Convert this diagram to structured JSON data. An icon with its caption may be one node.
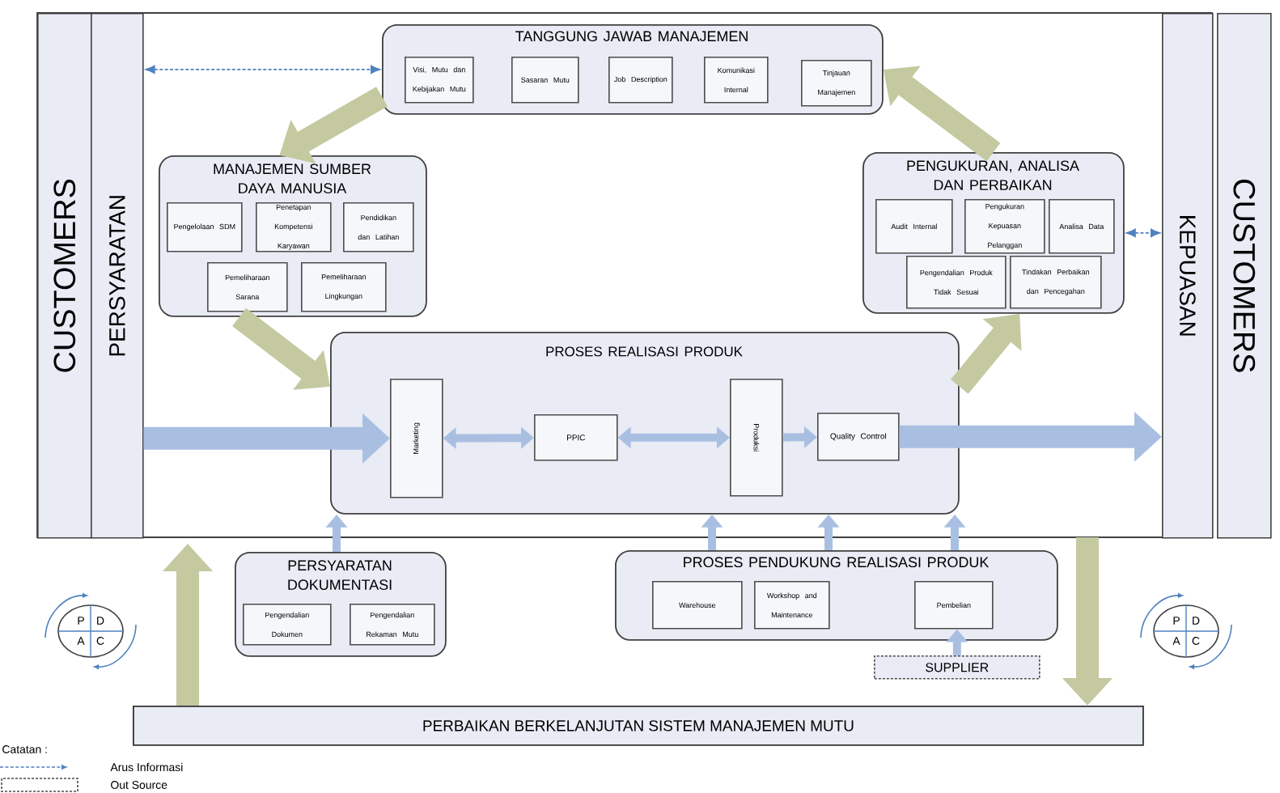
{
  "diagram": {
    "nodes": [
      {
        "text": [
          "CUSTOMERS"
        ]
      },
      {
        "text": [
          "PERSYARATAN"
        ]
      },
      {
        "text": [
          "TANGGUNG JAWAB MANAJEMEN"
        ]
      },
      {
        "text": [
          "Visi, Mutu dan Kebijakan Mutu"
        ],
        "in": 2
      },
      {
        "text": [
          "Sasaran Mutu"
        ],
        "in": 2
      },
      {
        "text": [
          "Job Description"
        ],
        "in": 2
      },
      {
        "text": [
          "Komunikasi Internal"
        ],
        "in": 2
      },
      {
        "text": [
          "Tinjauan Manajemen"
        ],
        "in": 2
      },
      {
        "text": [
          "MANAJEMEN SUMBER DAYA MANUSIA"
        ]
      },
      {
        "text": [
          "Pengelolaan SDM"
        ],
        "in": 8
      },
      {
        "text": [
          "Penetapan Kompetensi Karyawan"
        ],
        "in": 8
      },
      {
        "text": [
          "Pendidikan dan Latihan"
        ],
        "in": 8
      },
      {
        "text": [
          "Pemeliharaan Sarana"
        ],
        "in": 8
      },
      {
        "text": [
          "Pemeliharaan Lingkungan"
        ],
        "in": 8
      },
      {
        "text": [
          "PENGUKURAN, ANALISA DAN PERBAIKAN"
        ]
      },
      {
        "text": [
          "Audit Internal"
        ],
        "in": 14
      },
      {
        "text": [
          "Pengukuran Kepuasan Pelanggan"
        ],
        "in": 14
      },
      {
        "text": [
          "Analisa Data"
        ],
        "in": 14
      },
      {
        "text": [
          "Pengendalian Produk Tidak Sesuai"
        ],
        "in": 14
      },
      {
        "text": [
          "Tindakan Perbaikan dan Pencegahan"
        ],
        "in": 14
      },
      {
        "text": [
          "PROSES REALISASI PRODUK"
        ]
      },
      {
        "text": [
          "Marketing"
        ],
        "in": 20
      },
      {
        "text": [
          "PPIC"
        ],
        "in": 20
      },
      {
        "text": [
          "Produksi"
        ],
        "in": 20
      },
      {
        "text": [
          "Quality Control"
        ],
        "in": 20
      },
      {
        "text": [
          "KEPUASAN"
        ]
      },
      {
        "text": [
          "CUSTOMERS"
        ]
      },
      {
        "text": [
          "PERSYARATAN DOKUMENTASI"
        ]
      },
      {
        "text": [
          "Pengendalian Dokumen"
        ],
        "in": 27
      },
      {
        "text": [
          "Pengendalian Rekaman Mutu"
        ],
        "in": 27
      },
      {
        "text": [
          "PROSES PENDUKUNG REALISASI PRODUK"
        ]
      },
      {
        "text": [
          "Warehouse"
        ],
        "in": 30
      },
      {
        "text": [
          "Workshop and Maintenance"
        ],
        "in": 30
      },
      {
        "text": [
          "Pembelian"
        ],
        "in": 30
      },
      {
        "text": [
          "SUPPLIER"
        ]
      },
      {
        "text": [
          "PERBAIKAN BERKELANJUTAN SISTEM MANAJEMEN MUTU"
        ]
      },
      {
        "text": [
          "P",
          "D",
          "A",
          "C"
        ]
      },
      {
        "text": [
          "P",
          "D",
          "A",
          "C"
        ]
      }
    ],
    "edges": [
      {
        "from": 1,
        "to": 2,
        "arrow": "both",
        "style": "dashed",
        "color": "#4f81bd"
      },
      {
        "from": 14,
        "to": 25,
        "arrow": "both",
        "style": "dashed",
        "color": "#4f81bd"
      },
      {
        "from": 2,
        "to": 8,
        "arrow": "to",
        "style": "thick",
        "color": "#c4c9a0"
      },
      {
        "from": 8,
        "to": 20,
        "arrow": "to",
        "style": "thick",
        "color": "#c4c9a0"
      },
      {
        "from": 20,
        "to": 14,
        "arrow": "to",
        "style": "thick",
        "color": "#c4c9a0"
      },
      {
        "from": 14,
        "to": 2,
        "arrow": "to",
        "style": "thick",
        "color": "#c4c9a0"
      },
      {
        "from": 1,
        "to": 21,
        "arrow": "to",
        "style": "thick"
      },
      {
        "from": 21,
        "to": 22,
        "arrow": "both"
      },
      {
        "from": 22,
        "to": 23,
        "arrow": "both"
      },
      {
        "from": 23,
        "to": 24,
        "arrow": "to"
      },
      {
        "from": 24,
        "to": 25,
        "arrow": "to",
        "style": "thick"
      },
      {
        "from": 27,
        "to": 20,
        "arrow": "to"
      },
      {
        "from": 30,
        "to": 20,
        "arrow": "to"
      },
      {
        "from": 30,
        "to": 20,
        "arrow": "to"
      },
      {
        "from": 30,
        "to": 20,
        "arrow": "to"
      },
      {
        "from": 34,
        "to": 33,
        "arrow": "to"
      },
      {
        "from": null,
        "to": 35,
        "arrow": "to",
        "style": "thick",
        "color": "#c4c9a0"
      },
      {
        "from": 35,
        "to": null,
        "arrow": "to",
        "style": "thick",
        "color": "#c4c9a0"
      }
    ],
    "labels": [
      "Catatan :"
    ],
    "legend": [
      {
        "text": "Arus Informasi"
      },
      {
        "text": "Out Source"
      }
    ]
  }
}
